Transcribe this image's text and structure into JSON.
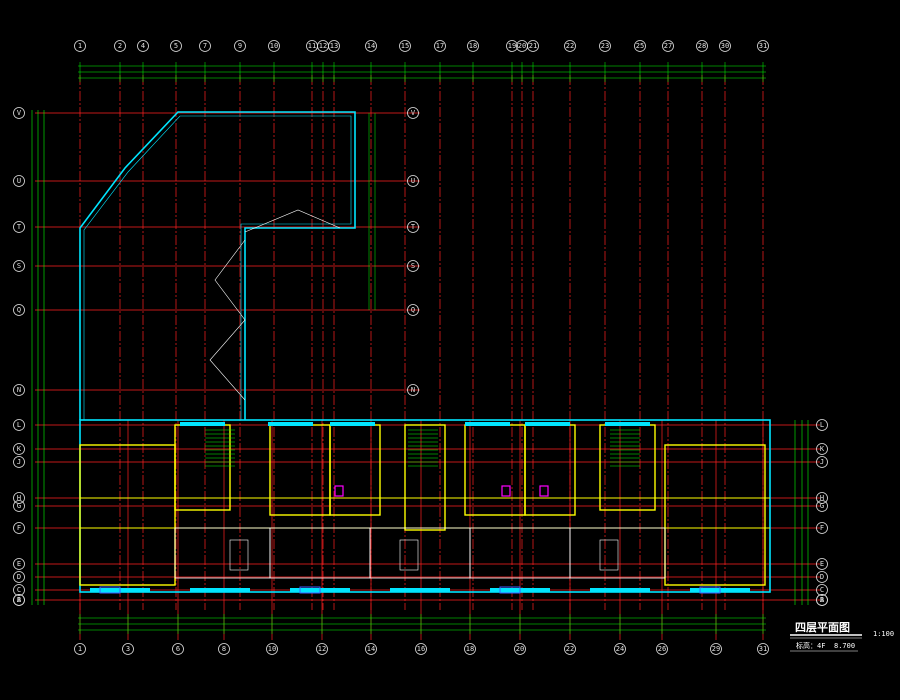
{
  "drawing": {
    "title": "四层平面图",
    "scale": "1:100",
    "elevation_label": "标高：4F",
    "elevation_value": "8.700"
  },
  "grid_top_labels": [
    "1",
    "2",
    "4",
    "5",
    "7",
    "9",
    "10",
    "11",
    "12",
    "13",
    "14",
    "15",
    "17",
    "18",
    "19",
    "20",
    "21",
    "22",
    "23",
    "25",
    "27",
    "28",
    "30",
    "31"
  ],
  "grid_bottom_labels": [
    "1",
    "3",
    "6",
    "8",
    "10",
    "12",
    "14",
    "16",
    "18",
    "20",
    "22",
    "24",
    "26",
    "29",
    "31"
  ],
  "grid_left_labels": [
    "V",
    "U",
    "T",
    "S",
    "Q",
    "N",
    "L",
    "K",
    "J",
    "H",
    "G",
    "F",
    "E",
    "D",
    "C",
    "B",
    "A"
  ],
  "colors": {
    "background": "#000000",
    "grid_red": "#ff2020",
    "dimension_green": "#00ff00",
    "wall_cyan": "#00e5ff",
    "walls_yellow": "#ffff00",
    "white": "#ffffff",
    "magenta": "#ff00ff",
    "blue": "#4060ff"
  }
}
